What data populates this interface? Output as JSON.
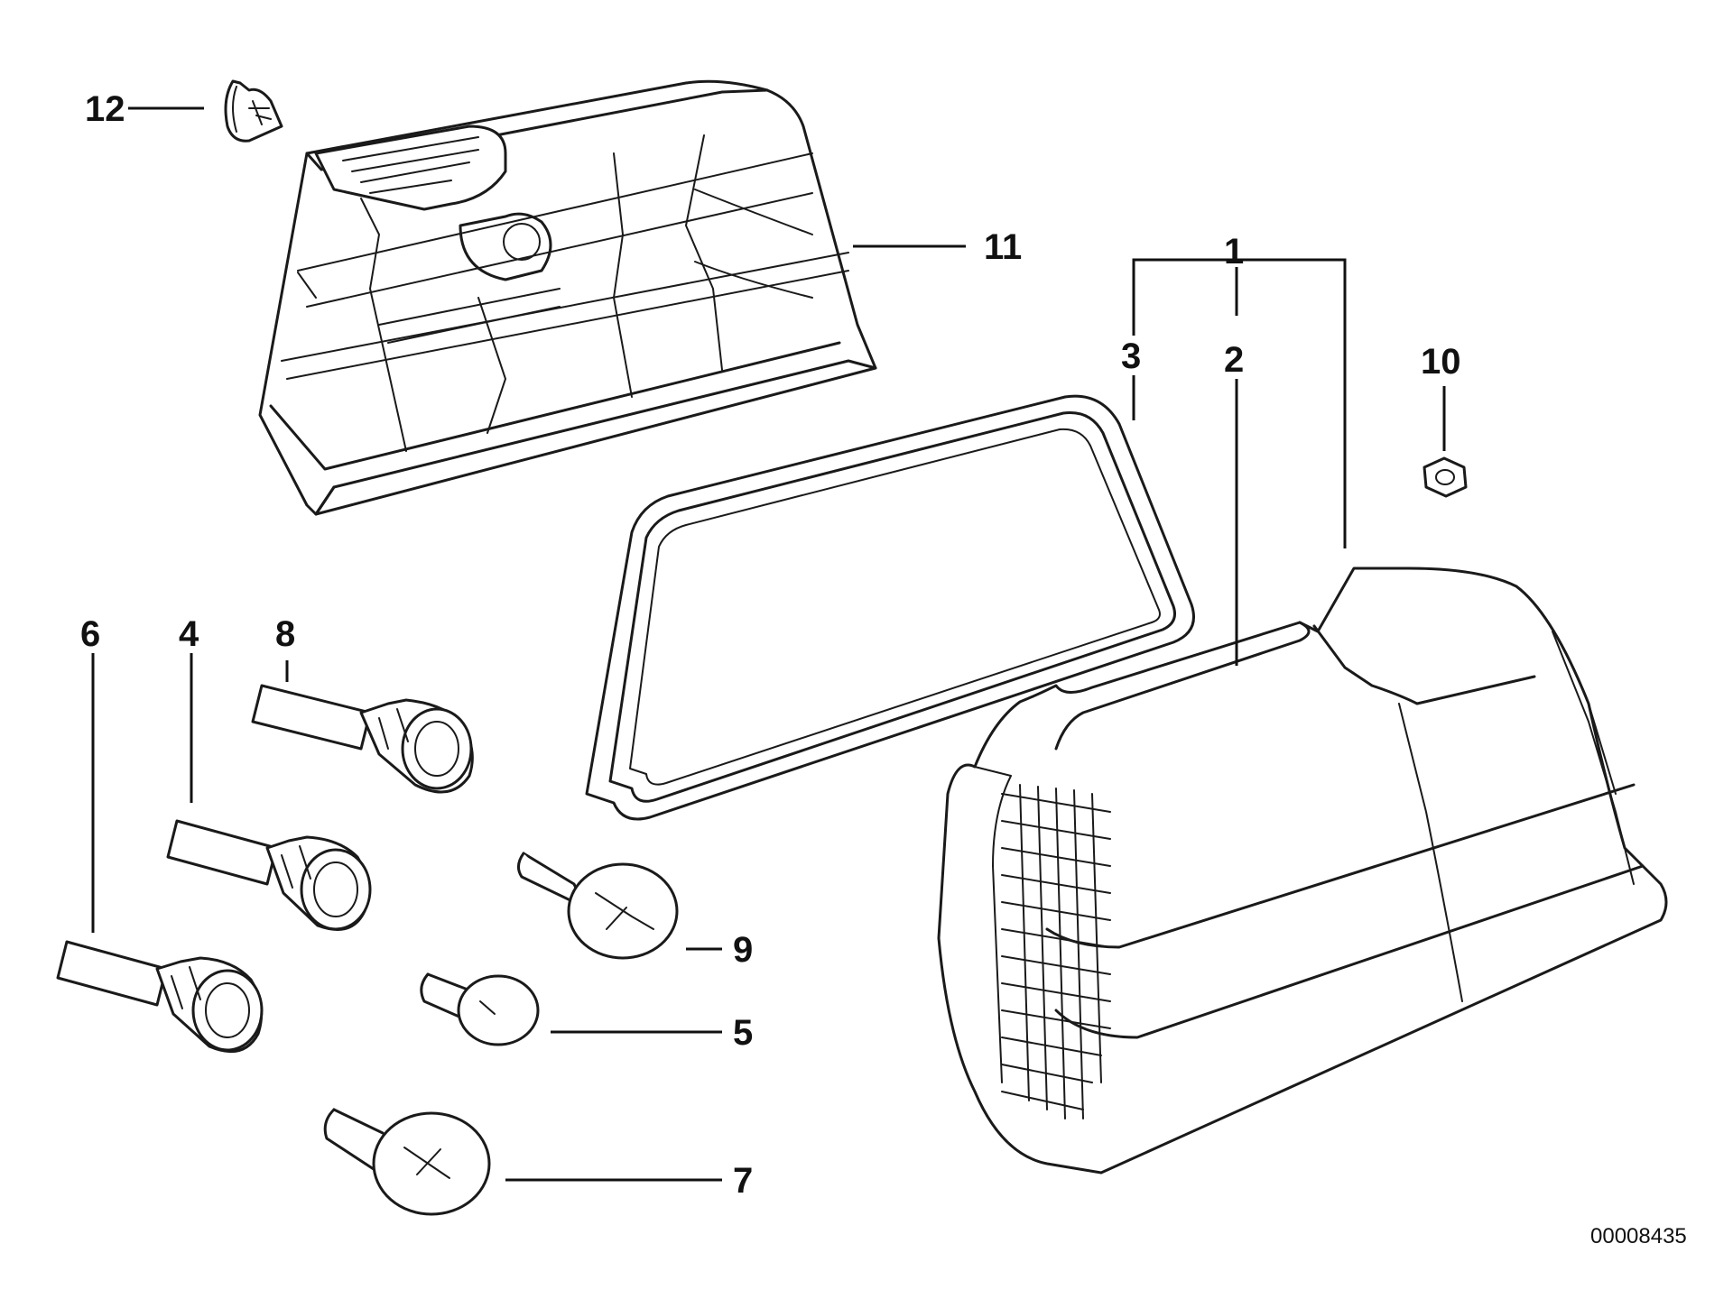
{
  "diagram": {
    "callouts": [
      {
        "id": "1",
        "label": "1"
      },
      {
        "id": "2",
        "label": "2"
      },
      {
        "id": "3",
        "label": "3"
      },
      {
        "id": "4",
        "label": "4"
      },
      {
        "id": "5",
        "label": "5"
      },
      {
        "id": "6",
        "label": "6"
      },
      {
        "id": "7",
        "label": "7"
      },
      {
        "id": "8",
        "label": "8"
      },
      {
        "id": "9",
        "label": "9"
      },
      {
        "id": "10",
        "label": "10"
      },
      {
        "id": "11",
        "label": "11"
      },
      {
        "id": "12",
        "label": "12"
      }
    ],
    "drawing_number": "00008435"
  }
}
